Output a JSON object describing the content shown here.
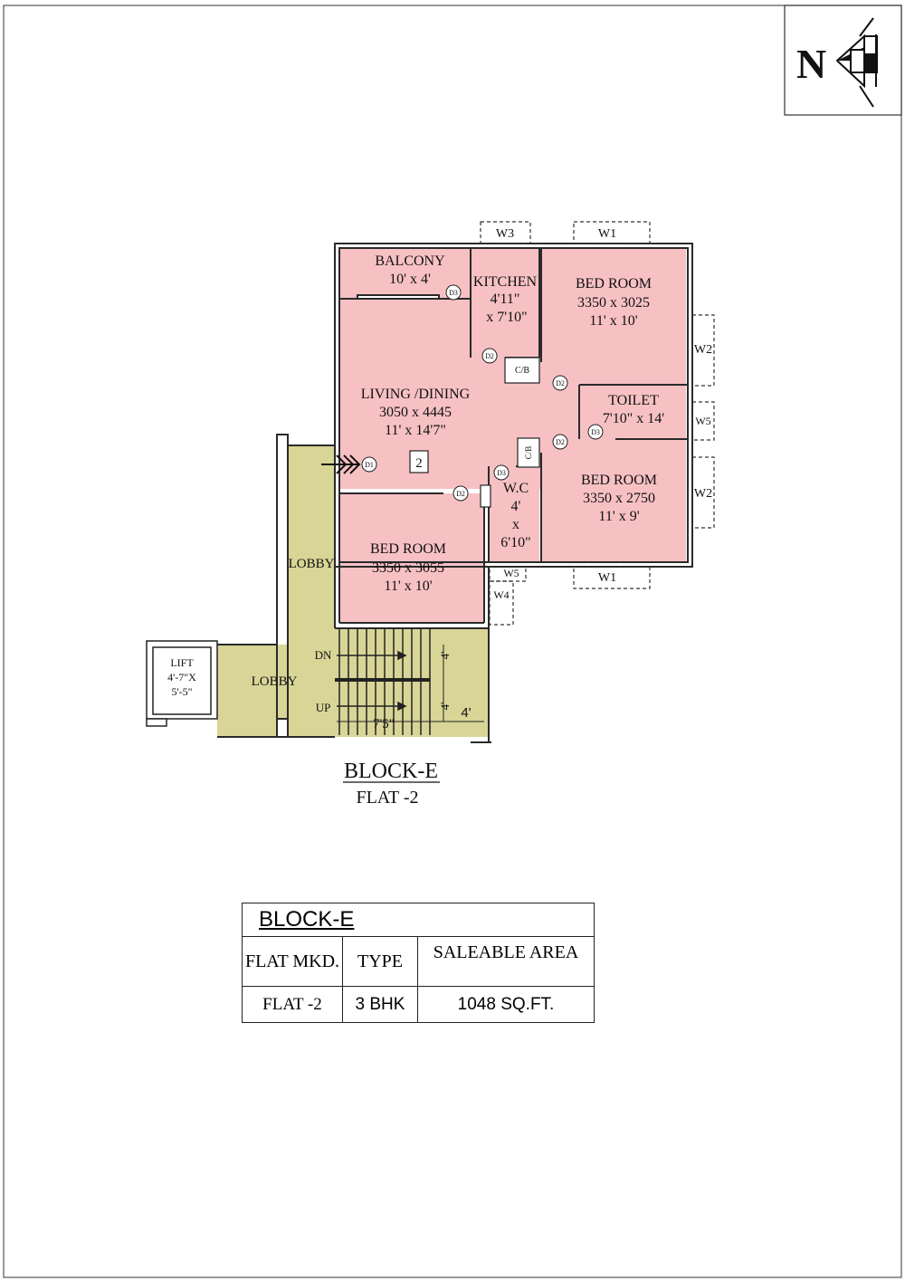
{
  "colors": {
    "room_fill": "#f7c1c4",
    "lobby_fill": "#d8d597",
    "wall": "#2a2a2a"
  },
  "compass": {
    "label": "N",
    "icon": "north-arrow-icon"
  },
  "rooms": {
    "balcony": {
      "name": "BALCONY",
      "size": "10' x 4'"
    },
    "kitchen": {
      "name": "KITCHEN",
      "size_ft1": "4'11\"",
      "size_ft2": "x 7'10\""
    },
    "bed1": {
      "name": "BED ROOM",
      "size_mm": "3350 x 3025",
      "size_ft": "11' x 10'"
    },
    "living": {
      "name": "LIVING /DINING",
      "size_mm": "3050 x 4445",
      "size_ft": "11' x 14'7\""
    },
    "toilet": {
      "name": "TOILET",
      "size": "7'10\" x 14'"
    },
    "bed2": {
      "name": "BED ROOM",
      "size_mm": "3350 x 2750",
      "size_ft": "11' x 9'"
    },
    "wc": {
      "name": "W.C",
      "l1": "4'",
      "l2": "x",
      "l3": "6'10\""
    },
    "bed3": {
      "name": "BED ROOM",
      "size_mm": "3350 x 3055",
      "size_ft": "11' x 10'"
    }
  },
  "lobby": {
    "vertical": "LOBBY",
    "horizontal": "LOBBY"
  },
  "lift": {
    "label": "LIFT",
    "size1": "4'-7\"X",
    "size2": "5'-5\""
  },
  "stairs": {
    "dn": "DN",
    "up": "UP",
    "width": "7'5\"",
    "depth": "4'",
    "flight1": "4'",
    "flight2": "4'"
  },
  "windows": {
    "w1_top": "W1",
    "w1_bottom": "W1",
    "w2_upper": "W2",
    "w2_lower": "W2",
    "w3": "W3",
    "w4": "W4",
    "w5_right": "W5",
    "w5_bottom": "W5"
  },
  "doors": {
    "d1": "D1",
    "d2_kitchen": "D2",
    "d2_bed1": "D2",
    "d2_bed2": "D2",
    "d2_bed3": "D2",
    "d3_balcony": "D3",
    "d3_toilet": "D3",
    "d3_wc": "D3"
  },
  "cupboards": {
    "cb_kitchen": "C/B",
    "cb_wc": "C/B"
  },
  "flat_marker": "2",
  "caption": {
    "block": "BLOCK-E",
    "flat": "FLAT -2"
  },
  "table": {
    "title": "BLOCK-E",
    "headers": [
      "FLAT MKD.",
      "TYPE",
      "SALEABLE AREA"
    ],
    "row": [
      "FLAT -2",
      "3 BHK",
      "1048 SQ.FT."
    ]
  }
}
